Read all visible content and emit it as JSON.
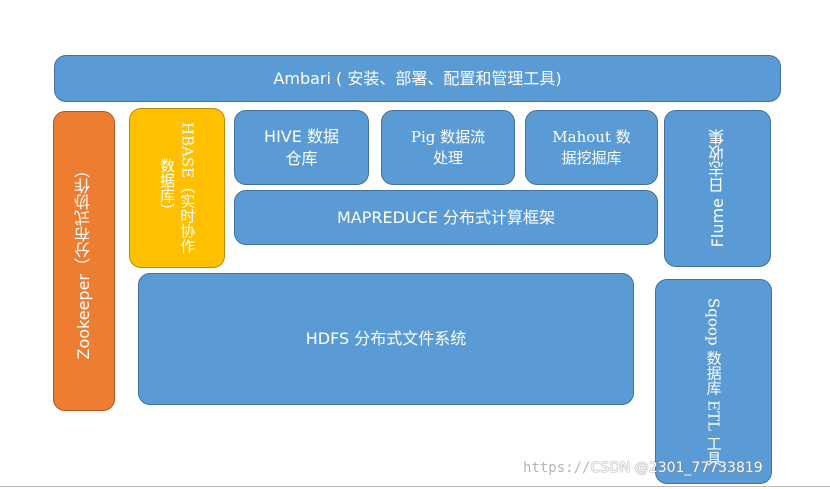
{
  "boxes": {
    "ambari": "Ambari ( 安装、部署、配置和管理工具)",
    "zookeeper": "Zookeeper（分布式协作）",
    "hbase": "HBASE（实时协作数据库）",
    "hive_line1": "HIVE 数据",
    "hive_line2": "仓库",
    "pig_line1": "Pig 数据流",
    "pig_line2": "处理",
    "mahout_line1": "Mahout 数",
    "mahout_line2": "据挖掘库",
    "mapreduce": "MAPREDUCE 分布式计算框架",
    "flume": "Flume 日志收集",
    "hdfs": "HDFS 分布式文件系统",
    "sqoop": "Sqoop 数据库 ETL 工具"
  },
  "watermark": {
    "url": "https://",
    "text": "CSDN @2301_77733819"
  },
  "colors": {
    "blue": "#5b9bd5",
    "orange": "#ed7d31",
    "yellow": "#ffc000"
  }
}
